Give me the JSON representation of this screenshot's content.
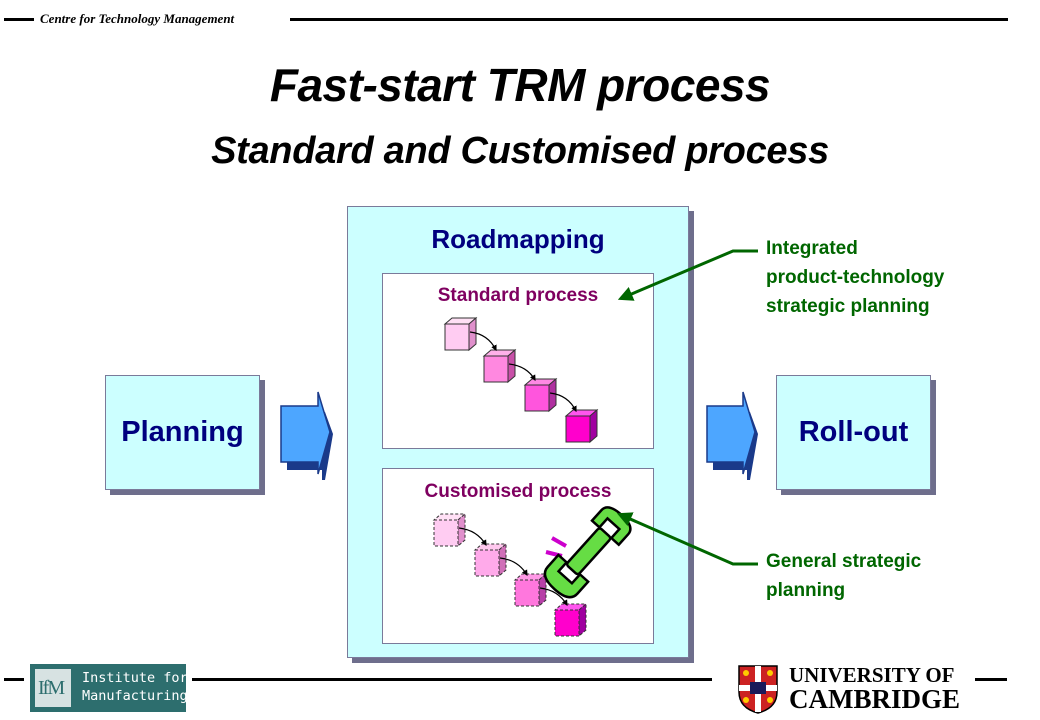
{
  "header": {
    "text": "Centre for Technology Management"
  },
  "title": {
    "main": "Fast-start TRM process",
    "sub": "Standard and Customised process"
  },
  "diagram": {
    "roadmapping_label": "Roadmapping",
    "standard_label": "Standard process",
    "customised_label": "Customised process",
    "planning_label": "Planning",
    "rollout_label": "Roll-out",
    "annotation_top": [
      "Integrated",
      "product-technology",
      "strategic planning"
    ],
    "annotation_bottom": [
      "General strategic",
      "planning"
    ],
    "colors": {
      "box_fill": "#ccffff",
      "label_blue": "#00007f",
      "label_purple": "#7f0060",
      "annotation_green": "#006600",
      "arrow_blue": "#4da6ff"
    }
  },
  "footer": {
    "ifm_mark": "IfM",
    "ifm_lines": [
      "Institute for",
      "Manufacturing"
    ],
    "cambridge_lines": [
      "UNIVERSITY OF",
      "CAMBRIDGE"
    ],
    "crest_icon": "university-crest-icon"
  }
}
